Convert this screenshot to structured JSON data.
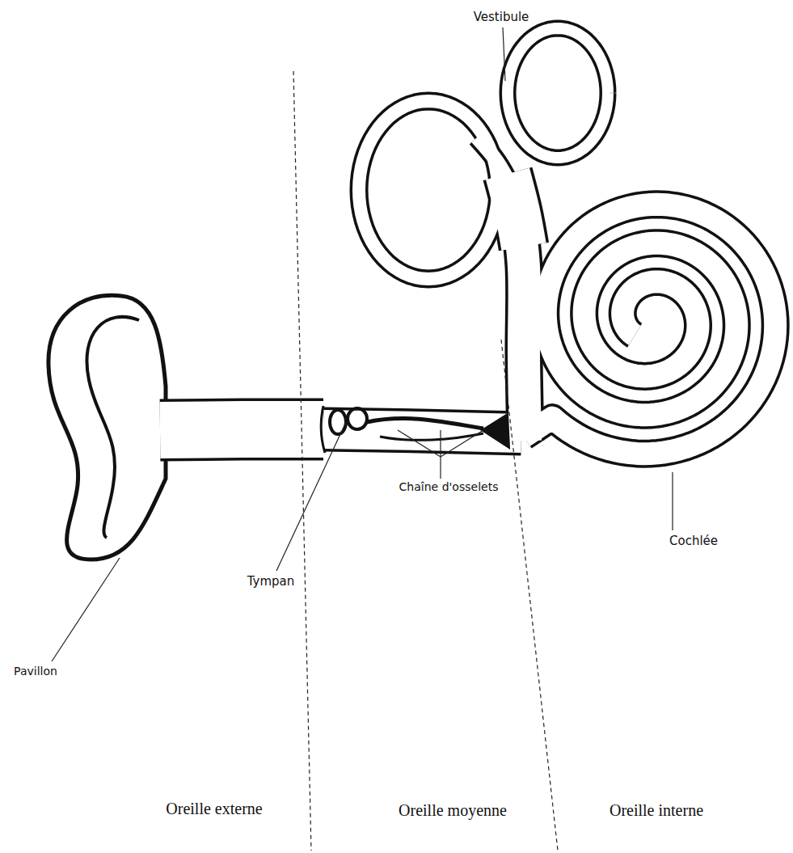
{
  "diagram": {
    "labels": [
      "Vestibule",
      "Chaîne d'osselets",
      "Cochlée",
      "Tympan",
      "Pavillon",
      "Oreille externe",
      "Oreille moyenne",
      "Oreille interne"
    ]
  }
}
